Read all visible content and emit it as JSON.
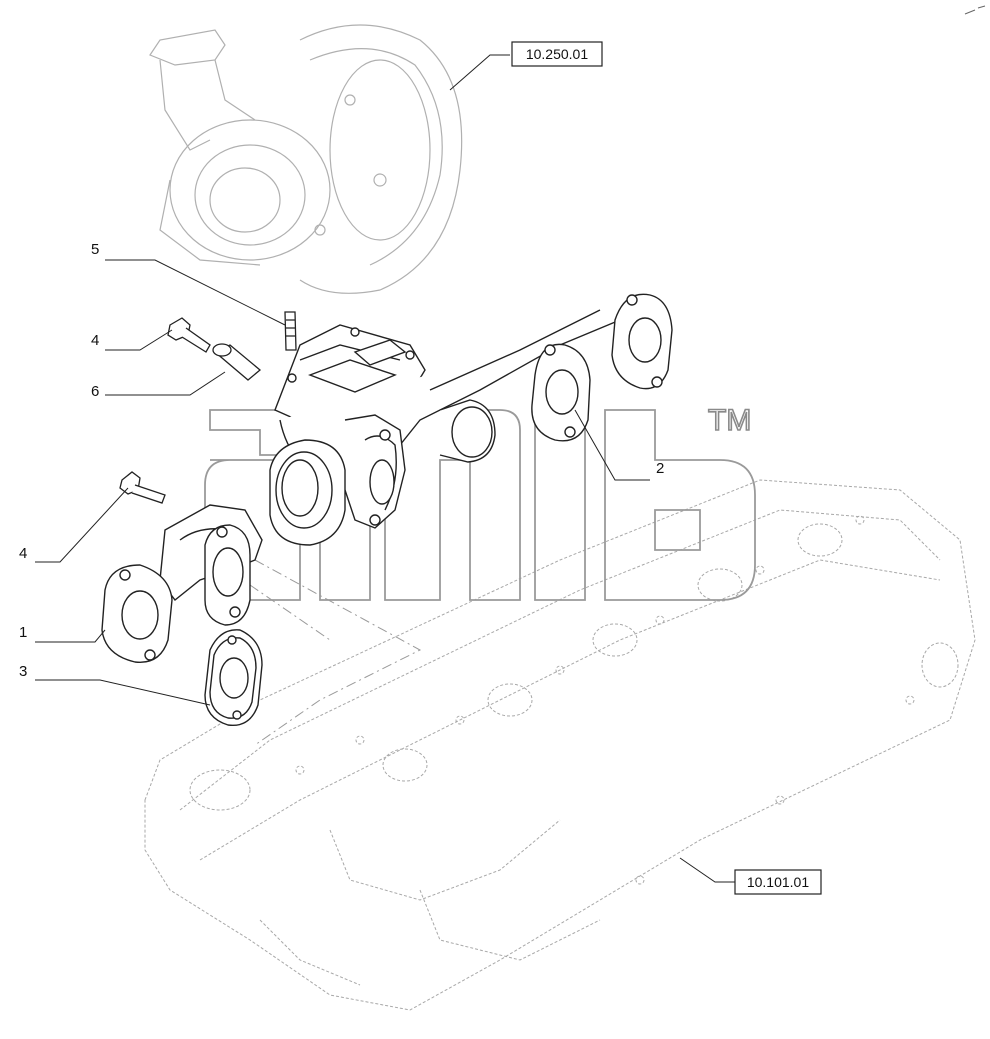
{
  "references": {
    "turbocharger": "10.250.01",
    "cylinder_head": "10.101.01"
  },
  "callouts": {
    "c1": "1",
    "c2": "2",
    "c3": "3",
    "c4_top": "4",
    "c4_bottom": "4",
    "c5": "5",
    "c6": "6"
  },
  "watermark": {
    "tm": "TM"
  },
  "colors": {
    "line": "#222222",
    "ghost": "#b8b8b8",
    "watermark": "#9a9a9a"
  }
}
